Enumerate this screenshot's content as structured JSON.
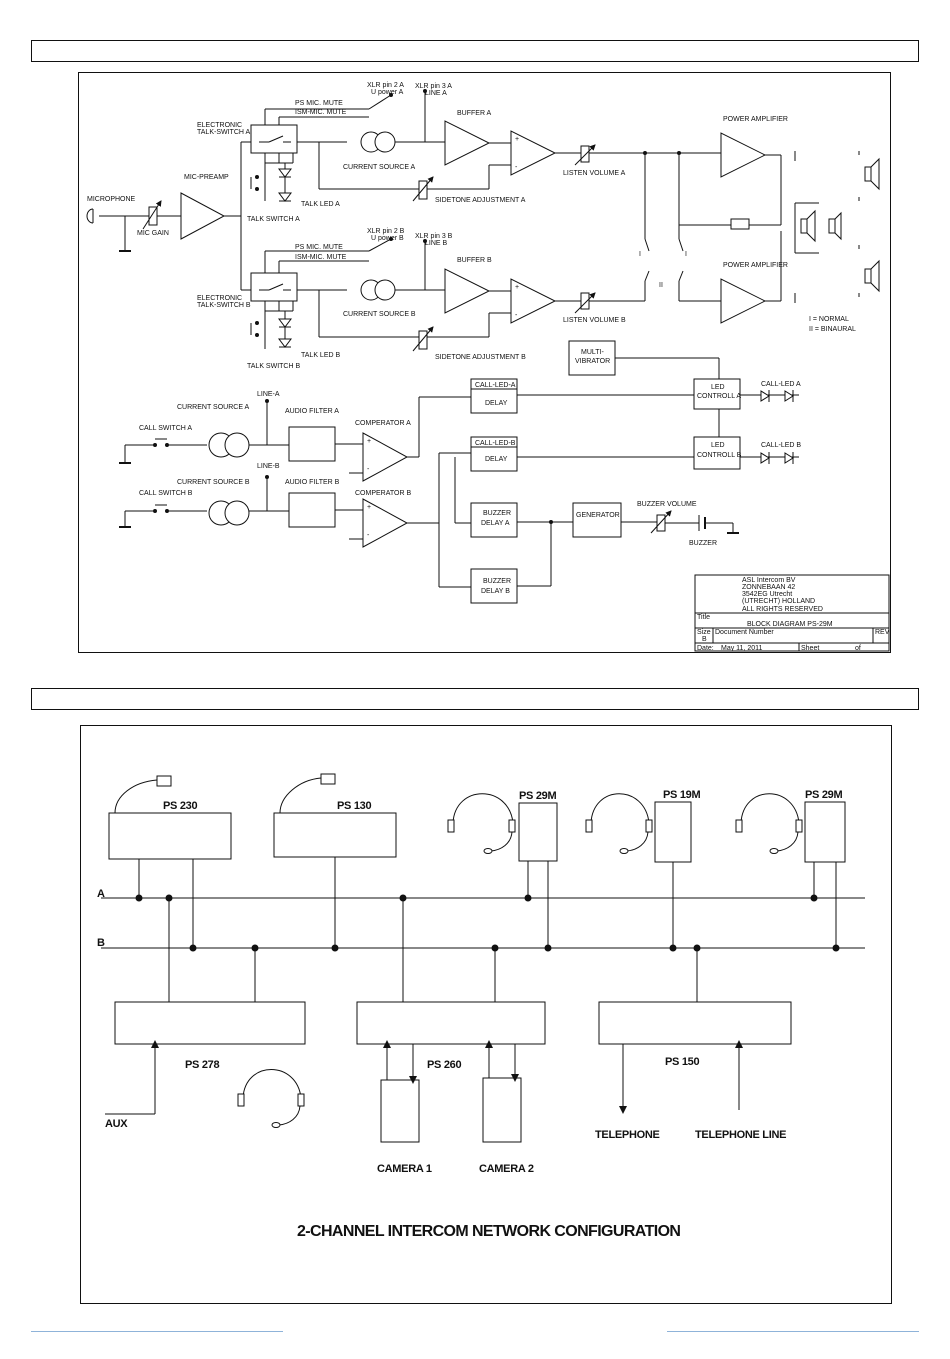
{
  "block_diagram": {
    "labels": {
      "microphone": "MICROPHONE",
      "mic_gain": "MIC GAIN",
      "mic_preamp": "MIC-PREAMP",
      "ets_a": [
        "ELECTRONIC",
        "TALK-SWITCH A"
      ],
      "ets_b": [
        "ELECTRONIC",
        "TALK-SWITCH B"
      ],
      "talk_switch_a": "TALK SWITCH A",
      "talk_switch_b": "TALK SWITCH B",
      "talk_led_a": "TALK LED A",
      "talk_led_b": "TALK LED B",
      "ps_mic_mute": "PS MIC. MUTE",
      "ism_mic_mute": "ISM-MIC. MUTE",
      "xlr2a": [
        "XLR pin 2 A",
        "U power A"
      ],
      "xlr3a": [
        "XLR pin 3 A",
        "LINE A"
      ],
      "xlr2b": [
        "XLR pin 2 B",
        "U power B"
      ],
      "xlr3b": [
        "XLR pin 3 B",
        "LINE B"
      ],
      "current_source_a": "CURRENT SOURCE A",
      "current_source_b": "CURRENT SOURCE B",
      "buffer_a": "BUFFER A",
      "buffer_b": "BUFFER B",
      "sidetone_a": "SIDETONE ADJUSTMENT A",
      "sidetone_b": "SIDETONE ADJUSTMENT B",
      "listen_a": "LISTEN VOLUME A",
      "listen_b": "LISTEN VOLUME B",
      "power_amp": "POWER AMPLIFIER",
      "roman1": "I",
      "roman2": "II",
      "legend_normal": "I = NORMAL",
      "legend_binaural": "II = BINAURAL",
      "multivibrator": [
        "MULTI-",
        "VIBRATOR"
      ],
      "current_source_a2": "CURRENT SOURCE A",
      "current_source_b2": "CURRENT SOURCE B",
      "line_a": "LINE-A",
      "line_b": "LINE-B",
      "audio_filter_a": "AUDIO FILTER A",
      "audio_filter_b": "AUDIO FILTER B",
      "call_switch_a": "CALL SWITCH A",
      "call_switch_b": "CALL SWITCH B",
      "comperator_a": "COMPERATOR A",
      "comperator_b": "COMPERATOR B",
      "call_led_a_delay": [
        "CALL-LED-A",
        "DELAY"
      ],
      "call_led_b_delay": [
        "CALL-LED-B",
        "DELAY"
      ],
      "buzzer_delay_a": [
        "BUZZER",
        "DELAY A"
      ],
      "buzzer_delay_b": [
        "BUZZER",
        "DELAY B"
      ],
      "generator": "GENERATOR",
      "buzzer_volume": "BUZZER VOLUME",
      "buzzer": "BUZZER",
      "led_control_a": [
        "LED",
        "CONTROLL A"
      ],
      "led_control_b": [
        "LED",
        "CONTROLL B"
      ],
      "call_led_a": "CALL-LED A",
      "call_led_b": "CALL-LED B",
      "plus": "+",
      "minus": "-"
    },
    "title_block": {
      "company": [
        "ASL Intercom BV",
        "ZONNEBAAN 42",
        "3542EG Utrecht",
        "(UTRECHT) HOLLAND",
        "ALL RIGHTS RESERVED"
      ],
      "title_label": "Title",
      "title": "BLOCK DIAGRAM PS-29M",
      "size_label": "Size",
      "size": "B",
      "doc_label": "Document Number",
      "rev_label": "REV",
      "date_label": "Date:",
      "date": "May 11, 2011",
      "sheet_label": "Sheet",
      "of_label": "of"
    }
  },
  "network": {
    "bus_a": "A",
    "bus_b": "B",
    "devices": {
      "ps230": "PS 230",
      "ps130": "PS 130",
      "ps29m_1": "PS 29M",
      "ps19m": "PS 19M",
      "ps29m_2": "PS 29M",
      "ps278": "PS 278",
      "ps260": "PS 260",
      "ps150": "PS 150"
    },
    "aux": "AUX",
    "camera1": "CAMERA 1",
    "camera2": "CAMERA 2",
    "telephone": "TELEPHONE",
    "telephone_line": "TELEPHONE LINE",
    "title": "2-CHANNEL INTERCOM NETWORK CONFIGURATION"
  }
}
